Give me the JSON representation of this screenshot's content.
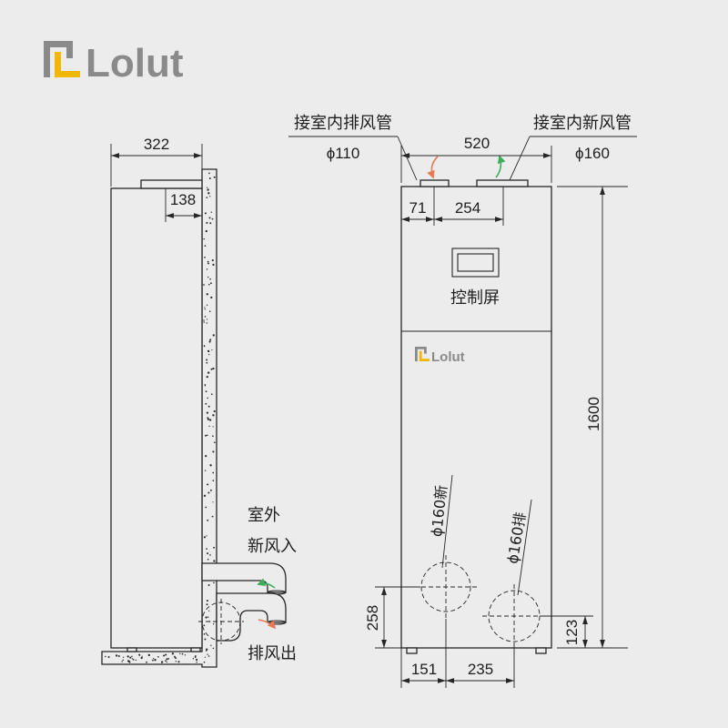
{
  "brand": {
    "name": "Lolut"
  },
  "colors": {
    "brand_gray": "#8a8a8a",
    "brand_yellow": "#f2b705",
    "fresh_air": "#3fae5a",
    "exhaust_air": "#e57a55"
  },
  "side_view": {
    "dim_total_depth": "322",
    "dim_top_duct": "138",
    "outdoor_label": "室外",
    "fresh_in_label": "新风入",
    "exhaust_out_label": "排风出"
  },
  "front_view": {
    "exhaust_pipe_label": "接室内排风管",
    "exhaust_pipe_diameter": "ϕ110",
    "fresh_pipe_label": "接室内新风管",
    "fresh_pipe_diameter": "ϕ160",
    "dim_width": "520",
    "dim_left_to_duct": "71",
    "dim_duct_spacing": "254",
    "dim_height": "1600",
    "control_screen_label": "控制屏",
    "fresh_port_label": "ϕ160新",
    "exhaust_port_label": "ϕ160排",
    "dim_fresh_port_height": "258",
    "dim_exhaust_port_height": "123",
    "dim_fresh_port_offset": "151",
    "dim_port_spacing": "235"
  }
}
